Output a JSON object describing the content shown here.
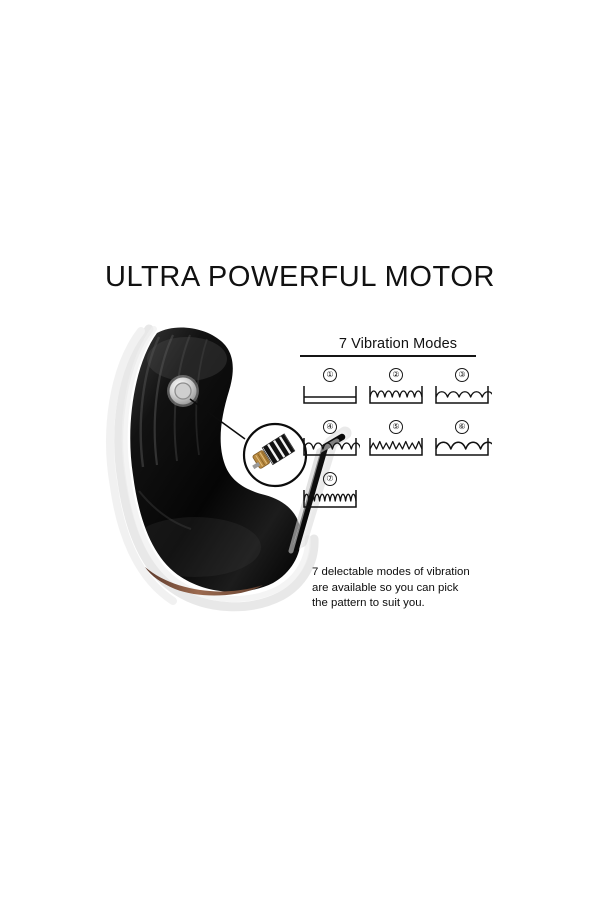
{
  "page": {
    "background_color": "#ffffff",
    "title": "ULTRA POWERFUL MOTOR"
  },
  "product": {
    "name": "black-silicone-massager",
    "body_color": "#0d0d0d",
    "highlight_color": "#6b6b6b",
    "halo_color": "#d9d9d9",
    "accent_strip_color": "#8a5b45",
    "button_label": "",
    "callout": {
      "name": "motor-magnifier",
      "coil_color": "#b8893f",
      "magnet_color": "#141414",
      "ring_color": "#121212"
    }
  },
  "modes": {
    "heading": "7 Vibration Modes",
    "items": [
      {
        "number": "①",
        "pattern": "constant",
        "wave": "flat"
      },
      {
        "number": "②",
        "pattern": "medium-pulse",
        "wave": "wave-medium"
      },
      {
        "number": "③",
        "pattern": "slow-wide-pulse",
        "wave": "wave-wide"
      },
      {
        "number": "④",
        "pattern": "rolling-wave",
        "wave": "wave-rolling"
      },
      {
        "number": "⑤",
        "pattern": "sharp-spike",
        "wave": "wave-spike"
      },
      {
        "number": "⑥",
        "pattern": "broad-bump",
        "wave": "wave-broad"
      },
      {
        "number": "⑦",
        "pattern": "rapid-pulse",
        "wave": "wave-rapid"
      }
    ]
  },
  "description": {
    "line1": "7 delectable modes of vibration",
    "line2": "are available so you can pick",
    "line3": "the pattern to suit you."
  }
}
